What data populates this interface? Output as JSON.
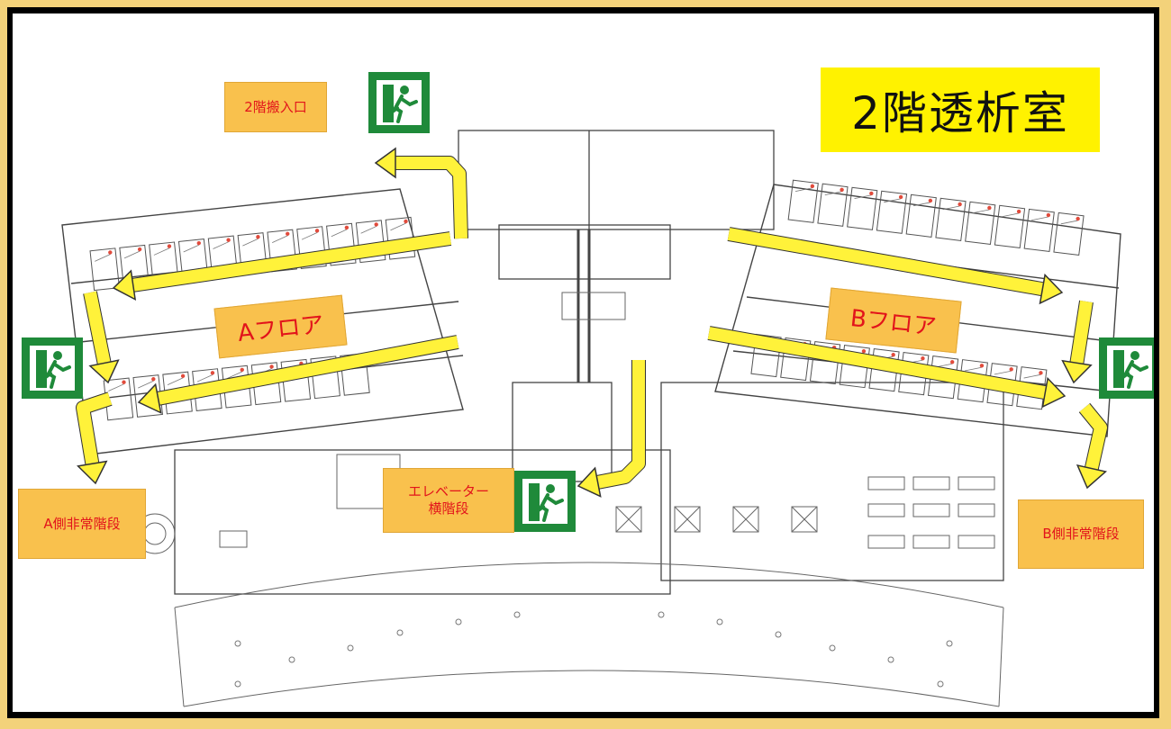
{
  "title": "2階透析室",
  "labels": {
    "loading_entrance": "2階搬入口",
    "floor_a": "Aフロア",
    "floor_b": "Bフロア",
    "elevator_stairs_line1": "エレベーター",
    "elevator_stairs_line2": "横階段",
    "a_stairs": "A側非常階段",
    "b_stairs": "B側非常階段"
  },
  "colors": {
    "arrow_fill": "#fff23a",
    "arrow_stroke": "#333333",
    "label_bg": "#f9c14d",
    "label_text": "#e2141b",
    "title_bg": "#fff200",
    "exit_green": "#1f8a3a"
  },
  "icons": {
    "exit_sign": "emergency-exit-running-man-icon"
  }
}
